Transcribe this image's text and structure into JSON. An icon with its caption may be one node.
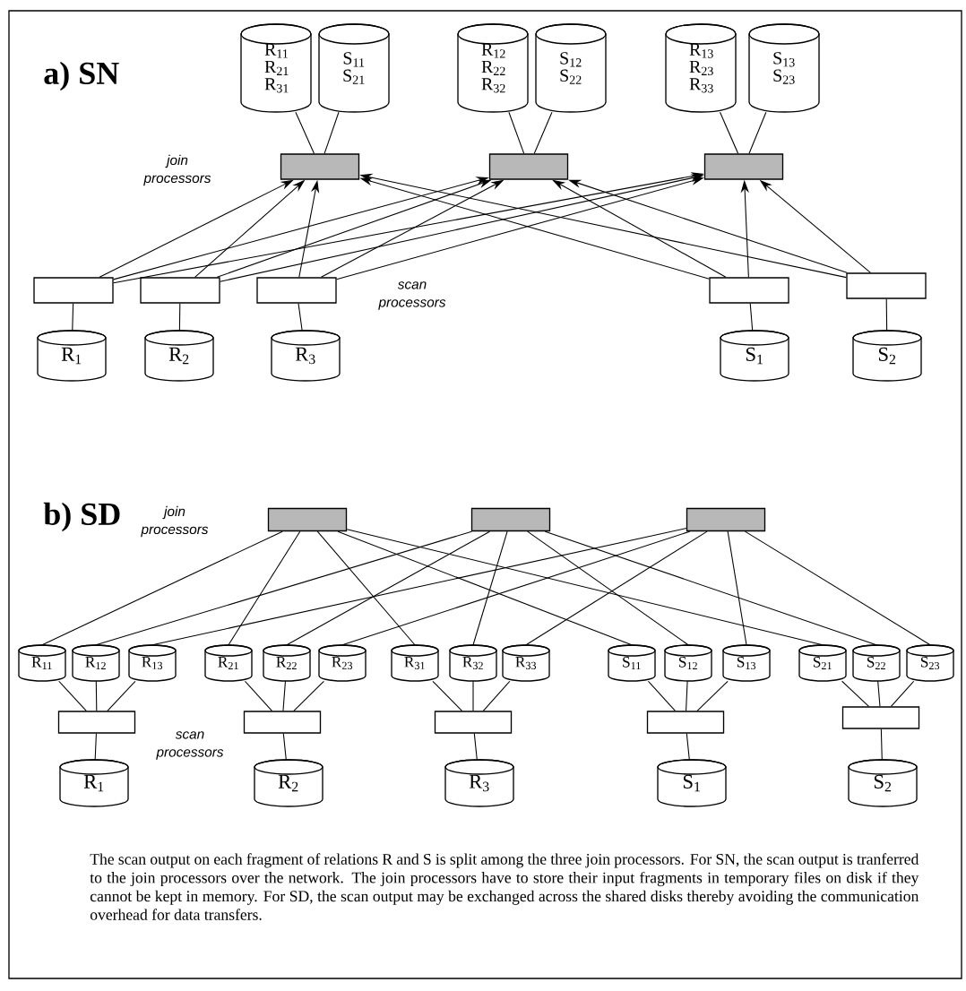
{
  "diagram": {
    "caption": "The scan output on each fragment of relations R and S is split among the three join processors. For SN, the scan output is tranferred to the join processors over the network. The join processors have to store their input fragments in temporary files on disk if they cannot be kept in memory. For SD, the scan output may be exchanged across the shared disks thereby avoiding the communication overhead for data transfers.",
    "nodes": [
      {
        "text": [
          "R$_{11}$ R$_{21}$ R$_{31}$"
        ]
      },
      {
        "text": [
          "S$_{11}$ S$_{21}$"
        ]
      },
      {
        "text": [
          "R$_{12}$ R$_{22}$ R$_{32}$"
        ]
      },
      {
        "text": [
          "S$_{12}$ S$_{22}$"
        ]
      },
      {
        "text": [
          "R$_{13}$ R$_{23}$ R$_{33}$"
        ]
      },
      {
        "text": [
          "S$_{13}$ S$_{23}$"
        ]
      },
      {
        "text": [],
        "shape": "box"
      },
      {
        "text": [],
        "shape": "box"
      },
      {
        "text": [],
        "shape": "box"
      },
      {
        "text": [],
        "shape": "box"
      },
      {
        "text": [],
        "shape": "box"
      },
      {
        "text": [],
        "shape": "box"
      },
      {
        "text": [],
        "shape": "box"
      },
      {
        "text": [],
        "shape": "box"
      },
      {
        "text": [
          "R$_{1}$"
        ]
      },
      {
        "text": [
          "R$_{2}$"
        ]
      },
      {
        "text": [
          "R$_{3}$"
        ]
      },
      {
        "text": [
          "S$_{1}$"
        ]
      },
      {
        "text": [
          "S$_{2}$"
        ]
      },
      {
        "text": [],
        "shape": "box"
      },
      {
        "text": [],
        "shape": "box"
      },
      {
        "text": [],
        "shape": "box"
      },
      {
        "text": [
          "R$_{11}$"
        ]
      },
      {
        "text": [
          "R$_{12}$"
        ]
      },
      {
        "text": [
          "R$_{13}$"
        ]
      },
      {
        "text": [
          "R$_{21}$"
        ]
      },
      {
        "text": [
          "R$_{22}$"
        ]
      },
      {
        "text": [
          "R$_{23}$"
        ]
      },
      {
        "text": [
          "R$_{31}$"
        ]
      },
      {
        "text": [
          "R$_{32}$"
        ]
      },
      {
        "text": [
          "R$_{33}$"
        ]
      },
      {
        "text": [
          "S$_{11}$"
        ]
      },
      {
        "text": [
          "S$_{12}$"
        ]
      },
      {
        "text": [
          "S$_{13}$"
        ]
      },
      {
        "text": [
          "S$_{21}$"
        ]
      },
      {
        "text": [
          "S$_{22}$"
        ]
      },
      {
        "text": [
          "S$_{23}$"
        ]
      },
      {
        "text": [],
        "shape": "box"
      },
      {
        "text": [],
        "shape": "box"
      },
      {
        "text": [],
        "shape": "box"
      },
      {
        "text": [],
        "shape": "box"
      },
      {
        "text": [],
        "shape": "box"
      },
      {
        "text": [
          "R$_{1}$"
        ]
      },
      {
        "text": [
          "R$_{2}$"
        ]
      },
      {
        "text": [
          "R$_{3}$"
        ]
      },
      {
        "text": [
          "S$_{1}$"
        ]
      },
      {
        "text": [
          "S$_{2}$"
        ]
      }
    ],
    "edges": [
      {
        "from": 0,
        "to": 6,
        "arrow": "none"
      },
      {
        "from": 1,
        "to": 6,
        "arrow": "none"
      },
      {
        "from": 2,
        "to": 7,
        "arrow": "none"
      },
      {
        "from": 3,
        "to": 7,
        "arrow": "none"
      },
      {
        "from": 4,
        "to": 8,
        "arrow": "none"
      },
      {
        "from": 5,
        "to": 8,
        "arrow": "none"
      },
      {
        "from": 9,
        "to": 6,
        "arrow": "to"
      },
      {
        "from": 9,
        "to": 7,
        "arrow": "to"
      },
      {
        "from": 9,
        "to": 8,
        "arrow": "to"
      },
      {
        "from": 10,
        "to": 6,
        "arrow": "to"
      },
      {
        "from": 10,
        "to": 7,
        "arrow": "to"
      },
      {
        "from": 10,
        "to": 8,
        "arrow": "to"
      },
      {
        "from": 11,
        "to": 6,
        "arrow": "to"
      },
      {
        "from": 11,
        "to": 7,
        "arrow": "to"
      },
      {
        "from": 11,
        "to": 8,
        "arrow": "to"
      },
      {
        "from": 12,
        "to": 6,
        "arrow": "to"
      },
      {
        "from": 12,
        "to": 7,
        "arrow": "to"
      },
      {
        "from": 12,
        "to": 8,
        "arrow": "to"
      },
      {
        "from": 13,
        "to": 6,
        "arrow": "to"
      },
      {
        "from": 13,
        "to": 7,
        "arrow": "to"
      },
      {
        "from": 13,
        "to": 8,
        "arrow": "to"
      },
      {
        "from": 9,
        "to": 14,
        "arrow": "none"
      },
      {
        "from": 10,
        "to": 15,
        "arrow": "none"
      },
      {
        "from": 11,
        "to": 16,
        "arrow": "none"
      },
      {
        "from": 12,
        "to": 17,
        "arrow": "none"
      },
      {
        "from": 13,
        "to": 18,
        "arrow": "none"
      },
      {
        "from": 19,
        "to": 22,
        "arrow": "none"
      },
      {
        "from": 19,
        "to": 25,
        "arrow": "none"
      },
      {
        "from": 19,
        "to": 28,
        "arrow": "none"
      },
      {
        "from": 19,
        "to": 31,
        "arrow": "none"
      },
      {
        "from": 19,
        "to": 34,
        "arrow": "none"
      },
      {
        "from": 20,
        "to": 23,
        "arrow": "none"
      },
      {
        "from": 20,
        "to": 26,
        "arrow": "none"
      },
      {
        "from": 20,
        "to": 29,
        "arrow": "none"
      },
      {
        "from": 20,
        "to": 32,
        "arrow": "none"
      },
      {
        "from": 20,
        "to": 35,
        "arrow": "none"
      },
      {
        "from": 21,
        "to": 24,
        "arrow": "none"
      },
      {
        "from": 21,
        "to": 27,
        "arrow": "none"
      },
      {
        "from": 21,
        "to": 30,
        "arrow": "none"
      },
      {
        "from": 21,
        "to": 33,
        "arrow": "none"
      },
      {
        "from": 21,
        "to": 36,
        "arrow": "none"
      },
      {
        "from": 37,
        "to": 22,
        "arrow": "none"
      },
      {
        "from": 37,
        "to": 23,
        "arrow": "none"
      },
      {
        "from": 37,
        "to": 24,
        "arrow": "none"
      },
      {
        "from": 38,
        "to": 25,
        "arrow": "none"
      },
      {
        "from": 38,
        "to": 26,
        "arrow": "none"
      },
      {
        "from": 38,
        "to": 27,
        "arrow": "none"
      },
      {
        "from": 39,
        "to": 28,
        "arrow": "none"
      },
      {
        "from": 39,
        "to": 29,
        "arrow": "none"
      },
      {
        "from": 39,
        "to": 30,
        "arrow": "none"
      },
      {
        "from": 40,
        "to": 31,
        "arrow": "none"
      },
      {
        "from": 40,
        "to": 32,
        "arrow": "none"
      },
      {
        "from": 40,
        "to": 33,
        "arrow": "none"
      },
      {
        "from": 41,
        "to": 34,
        "arrow": "none"
      },
      {
        "from": 41,
        "to": 35,
        "arrow": "none"
      },
      {
        "from": 41,
        "to": 36,
        "arrow": "none"
      },
      {
        "from": 37,
        "to": 42,
        "arrow": "none"
      },
      {
        "from": 38,
        "to": 43,
        "arrow": "none"
      },
      {
        "from": 39,
        "to": 44,
        "arrow": "none"
      },
      {
        "from": 40,
        "to": 45,
        "arrow": "none"
      },
      {
        "from": 41,
        "to": 46,
        "arrow": "none"
      }
    ],
    "labels": [
      "a) SN",
      "join processors",
      "scan processors",
      "b) SD",
      "join processors",
      "scan processors"
    ]
  }
}
